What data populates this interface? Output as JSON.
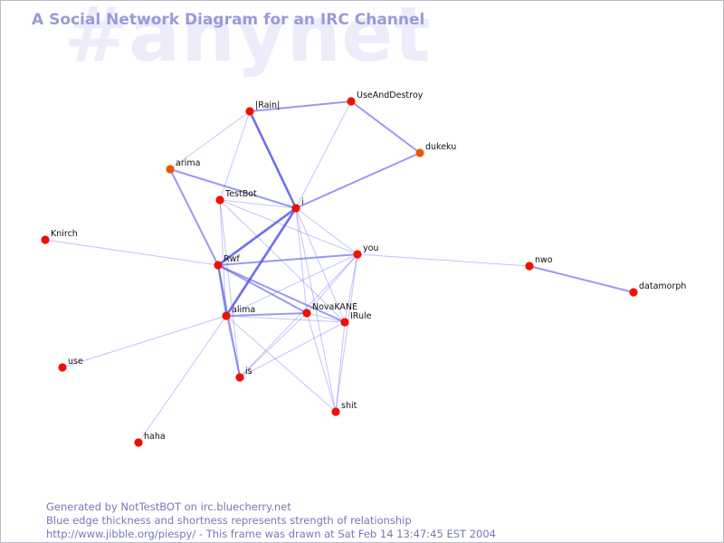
{
  "watermark": "#anynet",
  "title": "A Social Network Diagram for an IRC Channel",
  "footer": {
    "line1": "Generated by NotTestBOT on irc.bluecherry.net",
    "line2": "Blue edge thickness and shortness represents strength of relationship",
    "line3": "http://www.jibble.org/piespy/ - This frame was drawn at Sat Feb 14 13:47:45 EST 2004"
  },
  "colors": {
    "node": "#ee1100",
    "node_alt": "#ee5500",
    "edge": "#5555ee"
  },
  "nodes": [
    {
      "id": "Rain",
      "label": "|Rain|"
    },
    {
      "id": "UseAndDestroy",
      "label": "UseAndDestroy"
    },
    {
      "id": "dukeku",
      "label": "dukeku",
      "alt": true
    },
    {
      "id": "arima",
      "label": "arima",
      "alt": true
    },
    {
      "id": "TestBot",
      "label": "TestBot"
    },
    {
      "id": "i",
      "label": "i"
    },
    {
      "id": "Knirch",
      "label": "Knirch"
    },
    {
      "id": "you",
      "label": "you"
    },
    {
      "id": "Rwf",
      "label": "Rwf"
    },
    {
      "id": "nwo",
      "label": "nwo"
    },
    {
      "id": "datamorph",
      "label": "datamorph"
    },
    {
      "id": "NovaKANE",
      "label": "NovaKANE"
    },
    {
      "id": "alima",
      "label": "alima"
    },
    {
      "id": "IRule",
      "label": "IRule"
    },
    {
      "id": "use",
      "label": "use"
    },
    {
      "id": "is",
      "label": "is"
    },
    {
      "id": "shit",
      "label": "shit"
    },
    {
      "id": "haha",
      "label": "haha"
    }
  ],
  "edges": [
    {
      "source": "Rain",
      "target": "UseAndDestroy",
      "strength": 2
    },
    {
      "source": "Rain",
      "target": "i",
      "strength": 3
    },
    {
      "source": "Rain",
      "target": "arima",
      "strength": 1
    },
    {
      "source": "Rain",
      "target": "TestBot",
      "strength": 1
    },
    {
      "source": "UseAndDestroy",
      "target": "dukeku",
      "strength": 2
    },
    {
      "source": "UseAndDestroy",
      "target": "i",
      "strength": 1
    },
    {
      "source": "dukeku",
      "target": "i",
      "strength": 2
    },
    {
      "source": "arima",
      "target": "i",
      "strength": 2
    },
    {
      "source": "arima",
      "target": "Rwf",
      "strength": 2
    },
    {
      "source": "TestBot",
      "target": "i",
      "strength": 1
    },
    {
      "source": "TestBot",
      "target": "alima",
      "strength": 1
    },
    {
      "source": "TestBot",
      "target": "is",
      "strength": 1
    },
    {
      "source": "TestBot",
      "target": "IRule",
      "strength": 1
    },
    {
      "source": "TestBot",
      "target": "you",
      "strength": 1
    },
    {
      "source": "i",
      "target": "Rwf",
      "strength": 3
    },
    {
      "source": "i",
      "target": "alima",
      "strength": 3
    },
    {
      "source": "i",
      "target": "NovaKANE",
      "strength": 1
    },
    {
      "source": "i",
      "target": "IRule",
      "strength": 1
    },
    {
      "source": "i",
      "target": "shit",
      "strength": 1
    },
    {
      "source": "i",
      "target": "you",
      "strength": 1
    },
    {
      "source": "Knirch",
      "target": "Rwf",
      "strength": 1
    },
    {
      "source": "Rwf",
      "target": "you",
      "strength": 2
    },
    {
      "source": "Rwf",
      "target": "NovaKANE",
      "strength": 2
    },
    {
      "source": "Rwf",
      "target": "IRule",
      "strength": 2
    },
    {
      "source": "Rwf",
      "target": "alima",
      "strength": 2
    },
    {
      "source": "Rwf",
      "target": "is",
      "strength": 2
    },
    {
      "source": "you",
      "target": "nwo",
      "strength": 1
    },
    {
      "source": "you",
      "target": "alima",
      "strength": 1
    },
    {
      "source": "you",
      "target": "NovaKANE",
      "strength": 1
    },
    {
      "source": "you",
      "target": "IRule",
      "strength": 1
    },
    {
      "source": "you",
      "target": "is",
      "strength": 1
    },
    {
      "source": "you",
      "target": "shit",
      "strength": 1
    },
    {
      "source": "nwo",
      "target": "datamorph",
      "strength": 2
    },
    {
      "source": "alima",
      "target": "NovaKANE",
      "strength": 2
    },
    {
      "source": "alima",
      "target": "IRule",
      "strength": 1
    },
    {
      "source": "alima",
      "target": "is",
      "strength": 1
    },
    {
      "source": "alima",
      "target": "shit",
      "strength": 1
    },
    {
      "source": "alima",
      "target": "use",
      "strength": 1
    },
    {
      "source": "alima",
      "target": "haha",
      "strength": 1
    },
    {
      "source": "NovaKANE",
      "target": "IRule",
      "strength": 1
    },
    {
      "source": "NovaKANE",
      "target": "is",
      "strength": 1
    },
    {
      "source": "NovaKANE",
      "target": "shit",
      "strength": 1
    },
    {
      "source": "IRule",
      "target": "is",
      "strength": 1
    },
    {
      "source": "IRule",
      "target": "shit",
      "strength": 1
    }
  ]
}
